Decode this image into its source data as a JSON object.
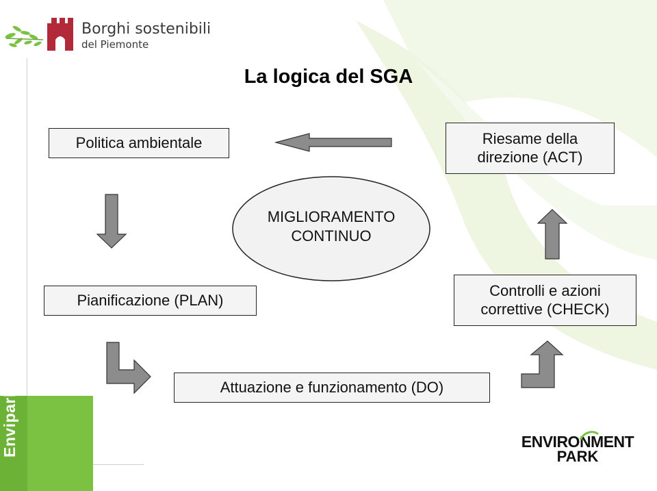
{
  "logo": {
    "line1": "Borghi sostenibili",
    "line2": "del Piemonte"
  },
  "title": "La logica del SGA",
  "boxes": {
    "policy": "Politica ambientale",
    "review_line1": "Riesame della",
    "review_line2": "direzione (ACT)",
    "plan": "Pianificazione (PLAN)",
    "check_line1": "Controlli e azioni",
    "check_line2": "correttive (CHECK)",
    "do": "Attuazione e funzionamento (DO)"
  },
  "center": {
    "line1": "MIGLIORAMENTO",
    "line2": "CONTINUO"
  },
  "sidebar": {
    "brand": "Envipark"
  },
  "footer_logo": {
    "line1": "ENVIRONMENT",
    "line2": "PARK"
  },
  "colors": {
    "accent_green": "#7cc242",
    "light_green": "#eef6e2",
    "arrow_gray": "#8c8c8c",
    "logo_red": "#b22a3a"
  }
}
